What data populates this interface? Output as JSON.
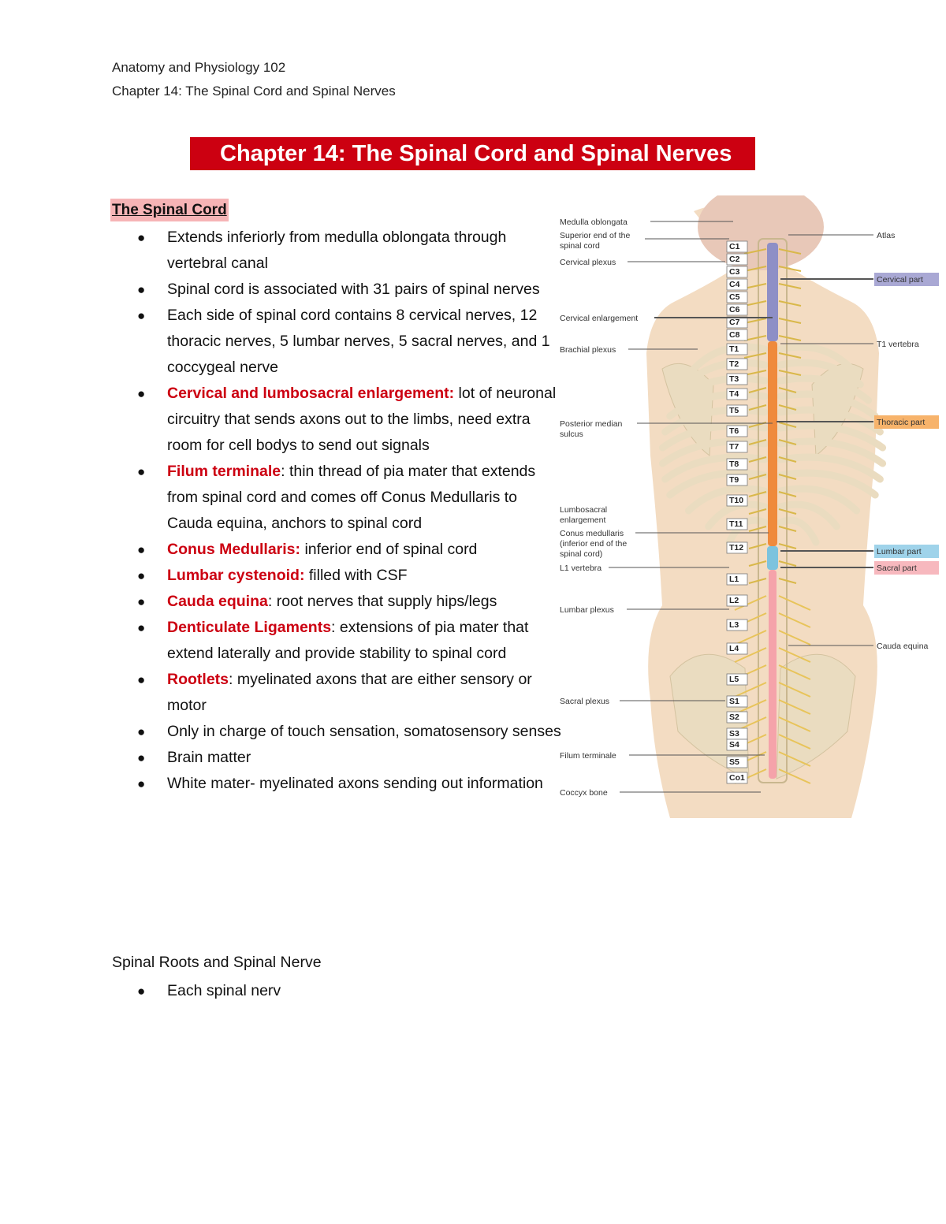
{
  "header": {
    "course": "Anatomy and Physiology 102",
    "chapter": "Chapter 14: The Spinal Cord and Spinal Nerves"
  },
  "title": "Chapter 14: The Spinal Cord and Spinal Nerves",
  "section1": {
    "heading": "The Spinal Cord",
    "bullets": [
      {
        "term": "",
        "text": "Extends inferiorly from medulla oblongata through vertebral canal"
      },
      {
        "term": "",
        "text": "Spinal cord is associated with 31 pairs of spinal nerves"
      },
      {
        "term": "",
        "text": "Each side of spinal cord contains 8 cervical nerves, 12 thoracic nerves, 5 lumbar nerves, 5 sacral nerves, and 1 coccygeal nerve"
      },
      {
        "term": "Cervical and lumbosacral enlargement:",
        "text": " lot of neuronal circuitry that sends axons out to the limbs, need extra room for cell bodys to send out signals"
      },
      {
        "term": "Filum terminale",
        "text": ": thin thread of pia mater that extends from spinal cord and comes off Conus Medullaris to Cauda equina, anchors to spinal cord"
      },
      {
        "term": "Conus Medullaris:",
        "text": " inferior end of spinal cord"
      },
      {
        "term": "Lumbar cystenoid:",
        "text": " filled with CSF"
      },
      {
        "term": "Cauda equina",
        "text": ": root nerves that supply hips/legs"
      },
      {
        "term": "Denticulate Ligaments",
        "text": ": extensions of pia mater that extend laterally and provide stability to spinal cord"
      },
      {
        "term": "Rootlets",
        "text": ": myelinated axons that are either sensory or motor"
      },
      {
        "term": "",
        "text": "Only in charge of touch sensation, somatosensory senses"
      },
      {
        "term": "",
        "text": "Brain matter"
      },
      {
        "term": "",
        "text": "White mater- myelinated axons sending out information"
      }
    ]
  },
  "section2": {
    "heading": "Spinal Roots and Spinal Nerve",
    "bullets": [
      {
        "term": "",
        "text": "Each spinal nerv"
      }
    ]
  },
  "figure": {
    "left_labels": [
      "Medulla oblongata",
      "Superior end of the",
      "spinal cord",
      "Cervical plexus",
      "Cervical enlargement",
      "Brachial plexus",
      "Posterior median",
      "sulcus",
      "Lumbosacral",
      "enlargement",
      "Conus medullaris",
      "(inferior end of the",
      "spinal cord)",
      "L1 vertebra",
      "Lumbar plexus",
      "Sacral plexus",
      "Filum terminale",
      "Coccyx bone"
    ],
    "right_labels": [
      "Atlas",
      "Cervical part",
      "T1 vertebra",
      "Thoracic part",
      "Lumbar part",
      "Sacral part",
      "Cauda equina"
    ],
    "vertebrae": [
      "C1",
      "C2",
      "C3",
      "C4",
      "C5",
      "C6",
      "C7",
      "C8",
      "T1",
      "T2",
      "T3",
      "T4",
      "T5",
      "T6",
      "T7",
      "T8",
      "T9",
      "T10",
      "T11",
      "T12",
      "L1",
      "L2",
      "L3",
      "L4",
      "L5",
      "S1",
      "S2",
      "S3",
      "S4",
      "S5",
      "Co1"
    ],
    "colors": {
      "cervical": "#8e8fc6",
      "thoracic": "#ef8a3c",
      "lumbar": "#7cc3de",
      "sacral": "#f5a3aa",
      "bone": "#eadcc0",
      "skin": "#f3dcc2",
      "cervical_tag": "#a9a8d4",
      "thoracic_tag": "#f7b36b",
      "lumbar_tag": "#9fd3ea",
      "sacral_tag": "#f7b8be"
    }
  }
}
